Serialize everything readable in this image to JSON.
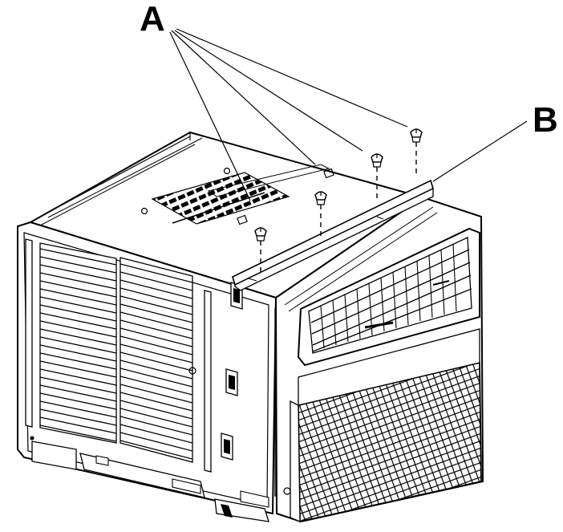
{
  "figure": {
    "callouts": [
      {
        "id": "A",
        "label": "A"
      },
      {
        "id": "B",
        "label": "B"
      }
    ],
    "colors": {
      "line": "#000000",
      "background": "#ffffff",
      "fill_light": "#f2f2f2",
      "fill_mid": "#e6e6e6"
    }
  }
}
